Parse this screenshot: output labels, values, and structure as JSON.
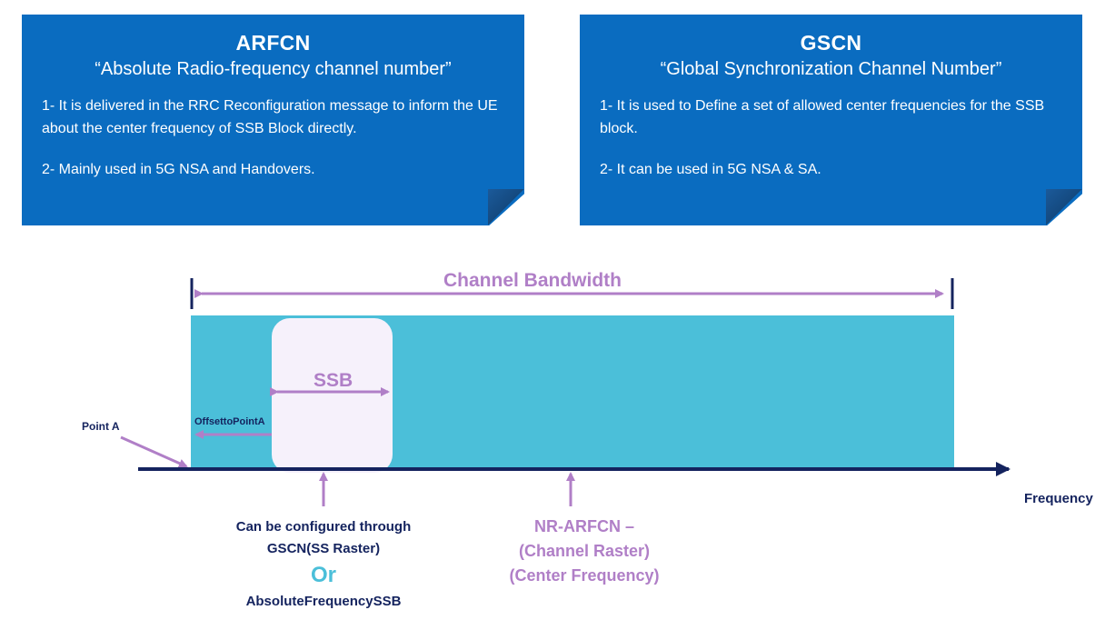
{
  "cards": [
    {
      "title": "ARFCN",
      "subtitle": "“Absolute Radio-frequency channel number”",
      "points": [
        "1- It is delivered in the RRC Reconfiguration message to inform the UE about the center frequency of SSB Block directly.",
        "2- Mainly used in 5G NSA and Handovers."
      ]
    },
    {
      "title": "GSCN",
      "subtitle": "“Global Synchronization Channel Number”",
      "points": [
        "1- It is used to Define a set of allowed center frequencies for the SSB block.",
        "2- It can be used in 5G NSA & SA."
      ]
    }
  ],
  "diagram": {
    "channel_bandwidth_label": "Channel Bandwidth",
    "ssb_label": "SSB",
    "offset_label": "OffsettoPointA",
    "point_a_label": "Point A",
    "frequency_label": "Frequency",
    "gscn_line1": "Can be configured through",
    "gscn_line2": "GSCN(SS Raster)",
    "or_label": "Or",
    "gscn_line3": "AbsoluteFrequencySSB",
    "arfcn_line1": "NR-ARFCN –",
    "arfcn_line2": "(Channel Raster)",
    "arfcn_line3": "(Center Frequency)"
  },
  "colors": {
    "card_blue": "#0a6cc0",
    "channel_fill": "#4bbfd9",
    "lavender": "#b07fc7",
    "navy": "#14235e",
    "or_cyan": "#4bbfd9"
  }
}
